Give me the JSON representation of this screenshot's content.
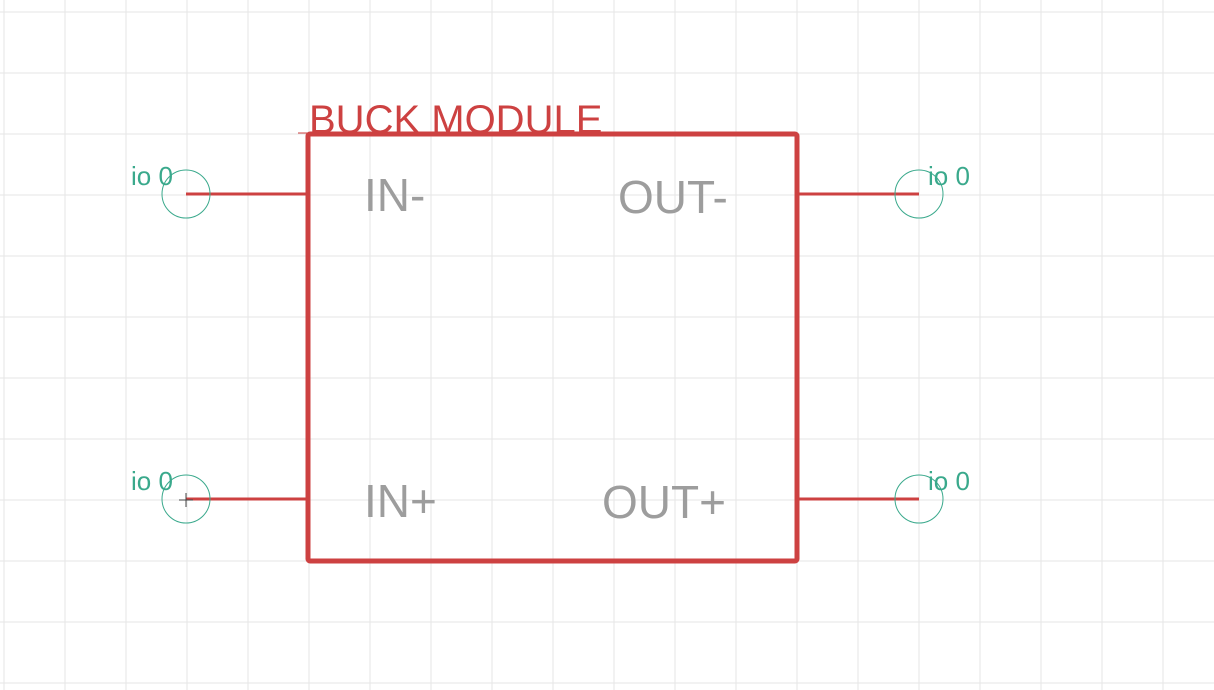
{
  "symbol": {
    "title": "BUCK MODULE",
    "pins": [
      {
        "id": "in-minus",
        "label": "IN-",
        "io_label": "io 0"
      },
      {
        "id": "out-minus",
        "label": "OUT-",
        "io_label": "io 0"
      },
      {
        "id": "in-plus",
        "label": "IN+",
        "io_label": "io 0"
      },
      {
        "id": "out-plus",
        "label": "OUT+",
        "io_label": "io 0"
      }
    ]
  },
  "colors": {
    "body_stroke": "#cd4141",
    "pin_label": "#9d9d9d",
    "io": "#3aa98c",
    "grid": "#e6e6e6"
  }
}
